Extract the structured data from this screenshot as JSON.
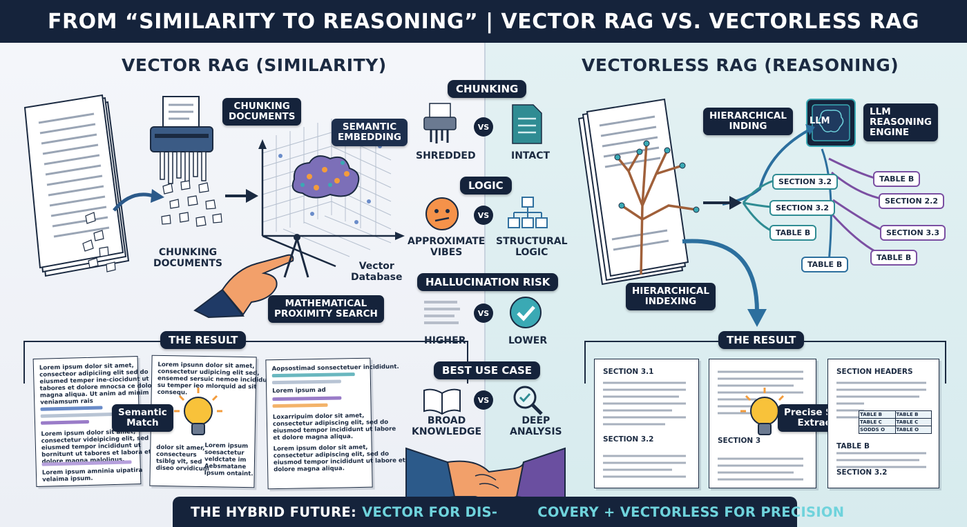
{
  "title": "FROM “SIMILARITY TO REASONING” | VECTOR RAG VS. VECTORLESS RAG",
  "left": {
    "title": "VECTOR RAG (SIMILARITY)",
    "callout_chunking": "CHUNKING\nDOCUMENTS",
    "callout_semantic": "SEMANTIC\nEMBEDDING",
    "label_chunking": "CHUNKING\nDOCUMENTS",
    "label_vector_db": "Vector\nDatabase",
    "callout_math": "MATHEMATICAL\nPROXIMITY SEARCH",
    "result_title": "THE RESULT",
    "semantic_match": "Semantic\nMatch",
    "docs": [
      {
        "text": "Lorem ipsum dolor sit amet,\nconsecteor adipiciing elit sed do\neiusmed temper ine-ciocidunt ut\ntabores et dolore mnocsa ce dolore\nmagna aliqua. Ut anim ad minim\nveniamsum rais",
        "text2": "Lorem ipsum dolor sit amet,\nconsectetur videipicing elit, sed do\neiusmed tempor incididunt ut\nbornitunt ut tabores et labora et\ndolore magna maloliqus.",
        "text3": "Lorem ipsum amninia uipatira\nvelaima ipsum."
      },
      {
        "text": "Lorem ipsunn dolor sit amet,\nconsectetur udipicing elit sed,\nensemed sersuic nemoe incididunt\nsu temper ieo mlorquid ad sit\nconsequ.",
        "text2": "dolor sit amer,\nconsecteurs\ntsiblg vlt, sed\ndiseo orvidicum",
        "text3": "Lorem ipsum\nsoesactetur\nveldctate im\nAebsmatane\nIpsum ontaint."
      },
      {
        "text": "Aopsostimad sonsectetuer incididunt.",
        "text2": "Lorem ipsum ad",
        "text3": "Loxarripuim dolor sit amet,\nconsectetur adipiscing elit, sed do\neiusmod tempor incididunt ut labore\net dolore magna aliqua.",
        "text4": "Lorem ipsum dolor sit amet,\nconsectetur adipiscing elit, sed do\neiusmod tempor incididunt ut labore et\ndolore magna aliqua."
      }
    ]
  },
  "center": {
    "rows": [
      {
        "pill": "CHUNKING",
        "left": "SHREDDED",
        "right": "INTACT",
        "left_icon": "shredder-icon",
        "right_icon": "document-icon"
      },
      {
        "pill": "LOGIC",
        "left": "APPROXIMATE\nVIBES",
        "right": "STRUCTURAL\nLOGIC",
        "left_icon": "confused-face-icon",
        "right_icon": "org-chart-icon"
      },
      {
        "pill": "HALLUCINATION RISK",
        "left": "HIGHER",
        "right": "LOWER",
        "left_icon": "blurred-text-icon",
        "right_icon": "check-circle-icon"
      },
      {
        "pill": "BEST USE CASE",
        "left": "BROAD\nKNOWLEDGE",
        "right": "DEEP\nANALYSIS",
        "left_icon": "open-book-icon",
        "right_icon": "magnifier-check-icon"
      }
    ],
    "vs": "VS"
  },
  "right": {
    "title": "VECTORLESS RAG (REASONING)",
    "callout_hier": "HIERARCHICAL\nINDING",
    "llm_chip": "LLM",
    "llm_label": "LLM\nREASONING\nENGINE",
    "callout_indexing": "HIERARCHICAL\nINDEXING",
    "tags": [
      "SECTION 3.2",
      "SECTION 3.2",
      "TABLE B",
      "TABLE B",
      "TABLE B",
      "SECTION 2.2",
      "SECTION 3.3",
      "TABLE B"
    ],
    "result_title": "THE RESULT",
    "precise": "Precise Section\nExtraction",
    "docs": [
      {
        "h1": "SECTION 3.1",
        "h2": "SECTION 3.2"
      },
      {
        "h1": "SECTION 3"
      },
      {
        "h1": "SECTION HEADERS",
        "h2": "TABLE B",
        "h3": "SECTION 3.2",
        "table": [
          "TABLE B",
          "TABLE B",
          "TABLE C",
          "TABLE C",
          "SODDS O",
          "TABLE O"
        ]
      }
    ]
  },
  "hybrid": {
    "white": "THE HYBRID FUTURE:",
    "teal1": "VECTOR FOR DIS-",
    "teal2": "COVERY + VECTORLESS FOR PRECISION"
  },
  "colors": {
    "navy": "#15233b",
    "teal": "#2f8c93",
    "purple": "#7b4fa2",
    "orange": "#f39c3c",
    "blue": "#2c6f9e"
  }
}
